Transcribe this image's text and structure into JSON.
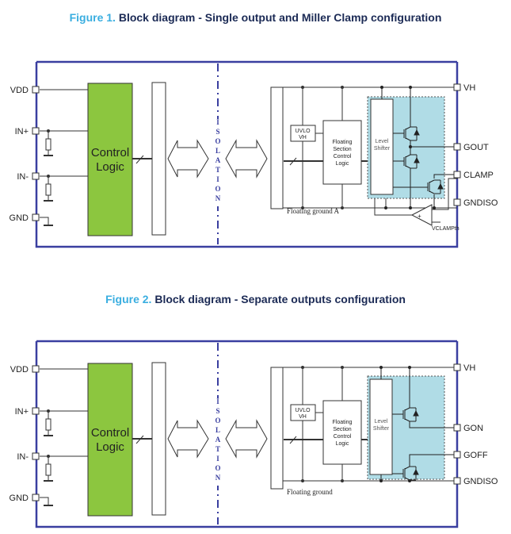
{
  "figures": [
    {
      "number": "Figure 1.",
      "title": "Block diagram - Single output and Miller Clamp configuration",
      "left_pins": [
        "VDD",
        "IN+",
        "IN-",
        "GND"
      ],
      "right_pins": [
        "VH",
        "GOUT",
        "CLAMP",
        "GNDISO"
      ],
      "control_logic": [
        "Control",
        "Logic"
      ],
      "isolation": "ISOLATION",
      "uvlo": [
        "UVLO",
        "VH"
      ],
      "floating_logic": [
        "Floating",
        "Section",
        "Control",
        "Logic"
      ],
      "level_shifter": [
        "Level",
        "Shifter"
      ],
      "floating_ground": "Floating ground A",
      "comparator_ref": "VCLAMPth"
    },
    {
      "number": "Figure 2.",
      "title": "Block diagram - Separate outputs configuration",
      "left_pins": [
        "VDD",
        "IN+",
        "IN-",
        "GND"
      ],
      "right_pins": [
        "VH",
        "GON",
        "GOFF",
        "GNDISO"
      ],
      "control_logic": [
        "Control",
        "Logic"
      ],
      "isolation": "ISOLATION",
      "uvlo": [
        "UVLO",
        "VH"
      ],
      "floating_logic": [
        "Floating",
        "Section",
        "Control",
        "Logic"
      ],
      "level_shifter": [
        "Level",
        "Shifter"
      ],
      "floating_ground": "Floating ground"
    }
  ],
  "colors": {
    "caption_number": "#3aaee0",
    "caption_title": "#1b2a55",
    "border": "#3a3fa0",
    "control_logic_fill": "#8cc63f",
    "driver_fill": "#b0dce6"
  }
}
